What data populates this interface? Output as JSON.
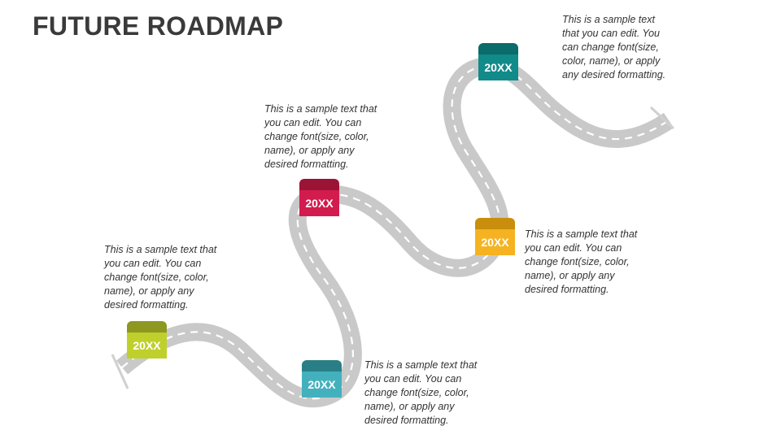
{
  "title": "FUTURE ROADMAP",
  "colors": {
    "road": "#c9c9c9",
    "lane": "#ffffff"
  },
  "milestones": [
    {
      "label": "20XX",
      "cap": "#8e9720",
      "body": "#bfd02c",
      "text": "This is a sample text that\nyou can edit. You can\nchange font(size, color,\nname), or apply any\ndesired formatting."
    },
    {
      "label": "20XX",
      "cap": "#2a7f86",
      "body": "#43b1bd",
      "text": "This is a sample text that\nyou can edit. You can\nchange font(size, color,\nname), or apply any\ndesired formatting."
    },
    {
      "label": "20XX",
      "cap": "#9b1436",
      "body": "#d21c4e",
      "text": "This is a sample text that\nyou can edit. You can\nchange font(size, color,\nname), or apply any\ndesired formatting."
    },
    {
      "label": "20XX",
      "cap": "#c98e0b",
      "body": "#f6b321",
      "text": "This is a sample text that\nyou can edit. You can\nchange font(size, color,\nname), or apply any\ndesired formatting."
    },
    {
      "label": "20XX",
      "cap": "#0c6b6b",
      "body": "#118a8a",
      "text": "This is a sample text\nthat you can edit. You\ncan change font(size,\ncolor, name), or apply\nany desired formatting."
    }
  ]
}
